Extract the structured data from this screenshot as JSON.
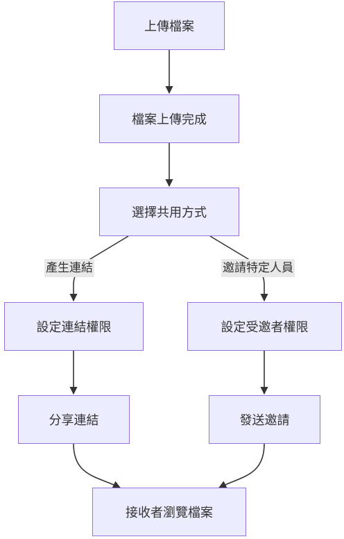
{
  "nodes": {
    "upload": "上傳檔案",
    "upload_done": "檔案上傳完成",
    "choose_method": "選擇共用方式",
    "set_link_perm": "設定連結權限",
    "set_invitee_perm": "設定受邀者權限",
    "share_link": "分享連結",
    "send_invite": "發送邀請",
    "recipient_browse": "接收者瀏覽檔案"
  },
  "edge_labels": {
    "generate_link": "產生連結",
    "invite_people": "邀請特定人員"
  },
  "colors": {
    "node_fill": "#ececff",
    "node_border": "#9370db",
    "edge": "#333333",
    "label_bg": "#e8e8e8"
  }
}
